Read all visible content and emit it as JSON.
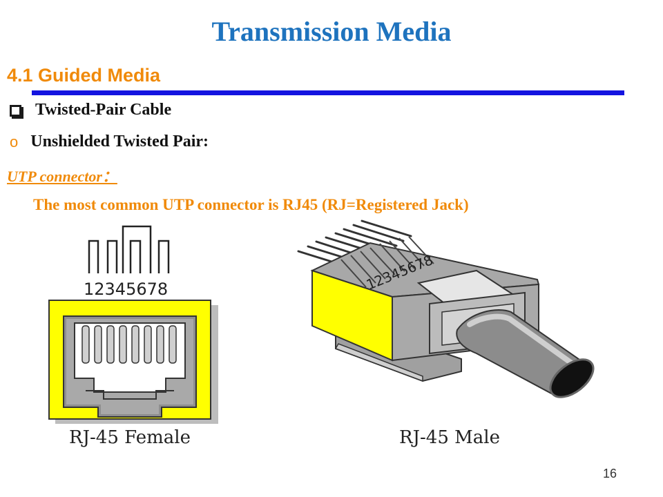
{
  "slide": {
    "title": "Transmission Media",
    "section": "4.1 Guided Media",
    "bullet1": "Twisted-Pair Cable",
    "bullet2": "Unshielded Twisted Pair:",
    "subheading": "UTP connector：",
    "description": "The most common UTP connector is RJ45 (RJ=Registered Jack)",
    "page_number": "16"
  },
  "figure": {
    "female_pin_numbers": "12345678",
    "male_pin_numbers": "12345678",
    "female_caption": "RJ-45 Female",
    "male_caption": "RJ-45 Male"
  },
  "colors": {
    "title": "#1e73be",
    "accent": "#f08a0a",
    "rule": "#1414e0",
    "connector_yellow": "#ffff00",
    "connector_gray": "#a0a0a0"
  }
}
